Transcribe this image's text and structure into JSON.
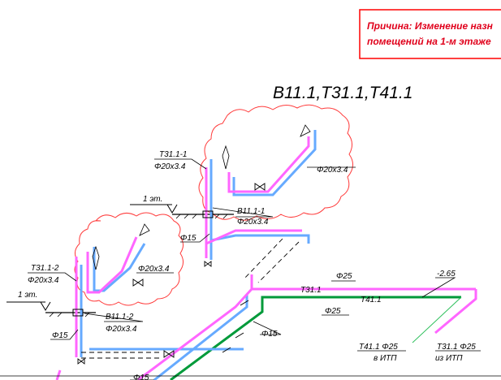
{
  "note": {
    "line1": "Причина: Изменение назн",
    "line2": "помещений на 1-м этаже"
  },
  "title": "B11.1,T31.1,T41.1",
  "labels": {
    "t31_1_1": "T31.1-1",
    "phi20_a": "Φ20x3.4",
    "phi20_b": "Φ20x3.4",
    "phi20_c": "Φ20x3.4",
    "phi20_d": "Φ20x3.4",
    "phi20_e": "Φ20x3.4",
    "phi20_f": "Φ20x3.4",
    "floor_a": "1 эт.",
    "floor_b": "1 эт.",
    "b11_1_1": "B11.1-1",
    "phi15_a": "Φ15",
    "t31_1_2": "T31.1-2",
    "b11_1_2": "B11.1-2",
    "phi15_b": "Φ15",
    "phi15_c": "Φ15",
    "phi15_d": "Φ15",
    "phi25_a": "Φ25",
    "phi25_b": "Φ25",
    "t31_1": "T31.1",
    "t41_1": "T41.1",
    "level": "-2.65",
    "t41_itp_1": "T41.1 Φ25",
    "t41_itp_2": "в ИТП",
    "t31_itp_1": "T31.1 Φ25",
    "t31_itp_2": "из ИТП"
  },
  "colors": {
    "t31": "#ff66ff",
    "b11": "#66aaff",
    "t41": "#009a3a",
    "revision": "#ff0000"
  }
}
